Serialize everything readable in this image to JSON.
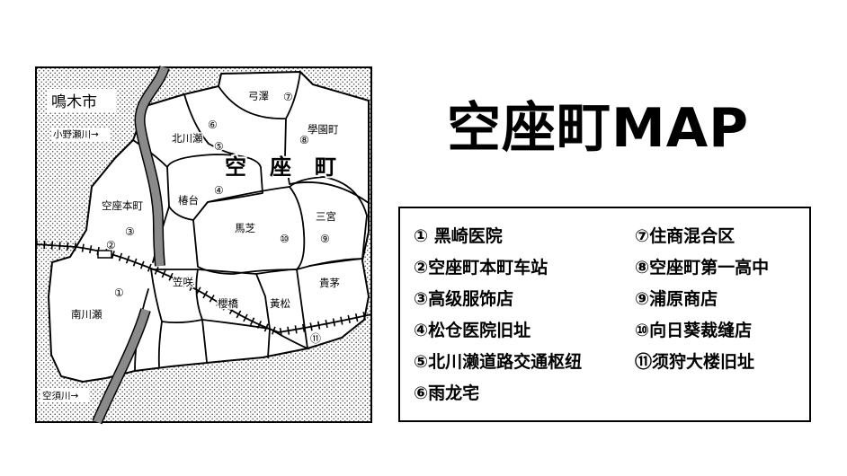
{
  "title": "空座町MAP",
  "colors": {
    "ink": "#000000",
    "river": "#8a8a8a",
    "stipple": "#444444",
    "paper": "#ffffff"
  },
  "map": {
    "city": "鳴木市",
    "rivers": {
      "north": "小野瀬川→",
      "south": "空須川→"
    },
    "town": "空座町",
    "districts": [
      "弓澤",
      "學園町",
      "北川瀬",
      "椿台",
      "空座本町",
      "三宮",
      "馬芝",
      "笠咲",
      "貴茅",
      "櫻橋",
      "黃松",
      "南川瀬"
    ],
    "markers": [
      "①",
      "②",
      "③",
      "④",
      "⑤",
      "⑥",
      "⑦",
      "⑧",
      "⑨",
      "⑩",
      "⑪"
    ]
  },
  "legend": {
    "left": [
      "① 黑崎医院",
      "②空座町本町车站",
      "③高级服饰店",
      "④松仓医院旧址",
      "⑤北川濑道路交通枢纽",
      "⑥雨龙宅"
    ],
    "right": [
      "⑦住商混合区",
      "⑧空座町第一高中",
      "⑨浦原商店",
      "⑩向日葵裁缝店",
      "⑪须狩大楼旧址"
    ]
  }
}
